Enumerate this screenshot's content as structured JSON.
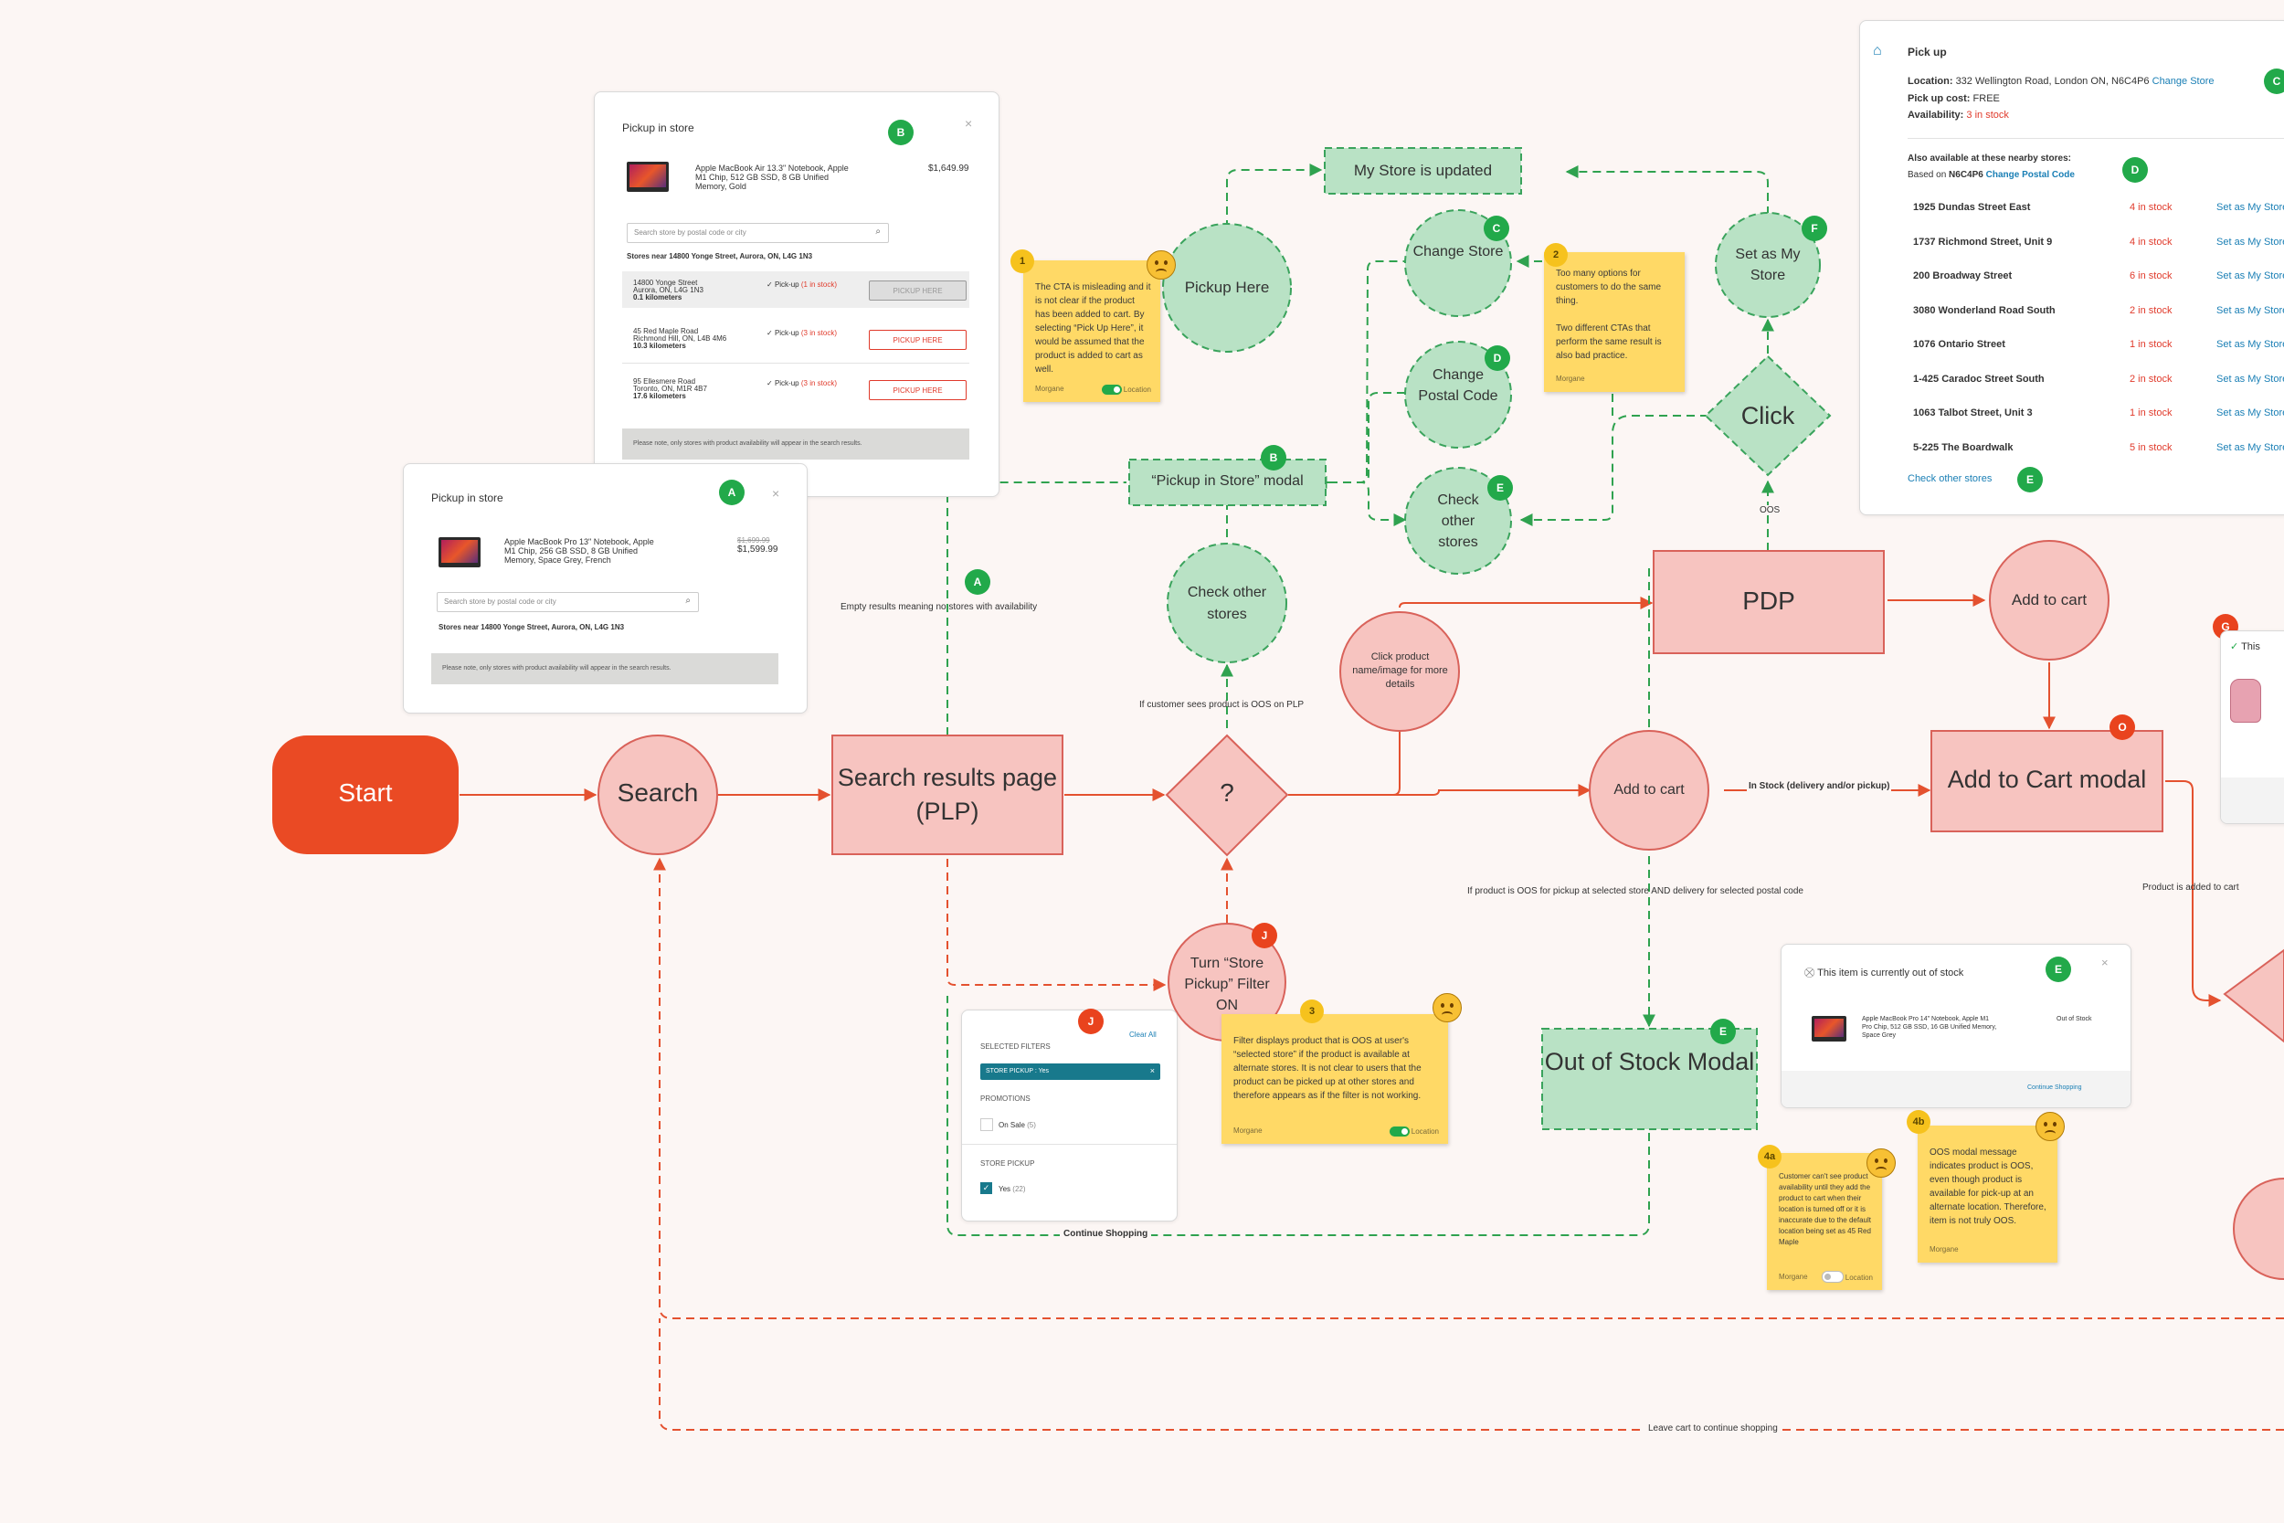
{
  "nodes": {
    "start": "Start",
    "search": "Search",
    "plp": "Search results page (PLP)",
    "decision": "?",
    "pdp": "PDP",
    "add_to_cart_circle": "Add to cart",
    "add_to_cart_modal": "Add to Cart modal",
    "add_to_cart_mid": "Add to cart",
    "click_product": "Click product name/image for more details",
    "check_other_stores": "Check other stores",
    "pickup_modal": "“Pickup in Store” modal",
    "pickup_here": "Pickup Here",
    "my_store_updated": "My Store is updated",
    "change_store": "Change Store",
    "change_postal": "Change Postal Code",
    "check_other_stores_right": "Check other stores",
    "set_my_store": "Set as My Store",
    "click": "Click",
    "out_of_stock_modal": "Out of Stock Modal",
    "turn_filter_on": "Turn “Store Pickup” Filter ON"
  },
  "edge_labels": {
    "empty_results": "Empty results meaning no stores with availability",
    "oos_on_plp": "If customer sees product is OOS on PLP",
    "in_stock": "In Stock (delivery and/or pickup)",
    "oos_pickup_delivery": "If product is OOS for pickup at selected store AND delivery for selected postal code",
    "product_added": "Product is added to cart",
    "continue_shopping": "Continue Shopping",
    "leave_cart": "Leave cart to continue shopping",
    "oos": "OOS"
  },
  "badges": {
    "a": "A",
    "b": "B",
    "c": "C",
    "d": "D",
    "e": "E",
    "f": "F",
    "g": "G",
    "j": "J",
    "o": "O",
    "y1": "1",
    "y2": "2",
    "y3": "3",
    "y4a": "4a",
    "y4b": "4b"
  },
  "stickies": {
    "s1": "The CTA is misleading and it is not clear if the product has been added to cart. By selecting “Pick Up Here”, it would be assumed that the product is added to cart as well.",
    "s2a": "Too many options for customers to do the same thing.",
    "s2b": "Two different CTAs that perform the same result is also bad practice.",
    "s3": "Filter displays product that is OOS at user's “selected store” if the product is available at alternate stores. It is not clear to users that the product can be picked up at other stores and therefore appears as if the filter is not working.",
    "s4a": "Customer can't see product availability until they add the product to cart when their location is turned off or it is inaccurate due to the default location being set as 45 Red Maple",
    "s4b": "OOS modal message indicates product is OOS, even though product is available for pick-up at an alternate location. Therefore, item is not truly OOS.",
    "author": "Morgane",
    "location": "Location"
  },
  "pickup_b": {
    "title": "Pickup in store",
    "product": "Apple MacBook Air 13.3\" Notebook, Apple M1 Chip, 512 GB SSD, 8 GB Unified Memory, Gold",
    "price": "$1,649.99",
    "search_placeholder": "Search store by postal code or city",
    "near": "Stores near 14800 Yonge Street, Aurora, ON, L4G 1N3",
    "stores": [
      {
        "l1": "14800 Yonge Street",
        "l2": "Aurora, ON, L4G 1N3",
        "dist": "0.1 kilometers",
        "pick": "Pick-up",
        "stock": "(1 in stock)",
        "btn": "PICKUP HERE"
      },
      {
        "l1": "45 Red Maple Road",
        "l2": "Richmond Hill, ON, L4B 4M6",
        "dist": "10.3 kilometers",
        "pick": "Pick-up",
        "stock": "(3 in stock)",
        "btn": "PICKUP HERE"
      },
      {
        "l1": "95 Ellesmere Road",
        "l2": "Toronto, ON, M1R 4B7",
        "dist": "17.6 kilometers",
        "pick": "Pick-up",
        "stock": "(3 in stock)",
        "btn": "PICKUP HERE"
      }
    ],
    "note": "Please note, only stores with product availability will appear in the search results."
  },
  "pickup_a": {
    "title": "Pickup in store",
    "product": "Apple MacBook Pro 13\" Notebook, Apple M1 Chip, 256 GB SSD, 8 GB Unified Memory, Space Grey, French",
    "old_price": "$1,699.99",
    "price": "$1,599.99",
    "search_placeholder": "Search store by postal code or city",
    "near": "Stores near 14800 Yonge Street, Aurora, ON, L4G 1N3",
    "note": "Please note, only stores with product availability will appear in the search results."
  },
  "pickup_right": {
    "title": "Pick up",
    "location_label": "Location:",
    "location": "332 Wellington Road, London ON, N6C4P6",
    "change_store": "Change Store",
    "cost_label": "Pick up cost:",
    "cost": "FREE",
    "avail_label": "Availability:",
    "avail": "3 in stock",
    "also": "Also available at these nearby stores:",
    "based_prefix": "Based on",
    "based_code": "N6C4P6",
    "change_postal": "Change Postal Code",
    "stores": [
      {
        "name": "1925 Dundas Street East",
        "stock": "4 in stock",
        "link": "Set as My Store"
      },
      {
        "name": "1737 Richmond Street, Unit 9",
        "stock": "4 in stock",
        "link": "Set as My Store"
      },
      {
        "name": "200 Broadway Street",
        "stock": "6 in stock",
        "link": "Set as My Store"
      },
      {
        "name": "3080 Wonderland Road South",
        "stock": "2 in stock",
        "link": "Set as My Store"
      },
      {
        "name": "1076 Ontario Street",
        "stock": "1 in stock",
        "link": "Set as My Store"
      },
      {
        "name": "1-425 Caradoc Street South",
        "stock": "2 in stock",
        "link": "Set as My Store"
      },
      {
        "name": "1063 Talbot Street, Unit 3",
        "stock": "1 in stock",
        "link": "Set as My Store"
      },
      {
        "name": "5-225 The Boardwalk",
        "stock": "5 in stock",
        "link": "Set as My Store"
      }
    ],
    "check_other": "Check other stores"
  },
  "filters": {
    "selected": "SELECTED FILTERS",
    "clear": "Clear All",
    "chip": "STORE PICKUP : Yes",
    "promotions": "PROMOTIONS",
    "on_sale": "On Sale",
    "on_sale_count": "(5)",
    "store_pickup": "STORE PICKUP",
    "yes": "Yes",
    "yes_count": "(22)"
  },
  "oos_modal": {
    "title": "This item is currently out of stock",
    "product": "Apple MacBook Pro 14\" Notebook, Apple M1 Pro Chip, 512 GB SSD, 16 GB Unified Memory, Space Grey",
    "status": "Out of Stock",
    "continue": "Continue Shopping"
  },
  "cart_g": {
    "title": "This"
  },
  "colors": {
    "orange": "#ea4a24",
    "pink_fill": "#f7c4c0",
    "pink_stroke": "#d9625a",
    "green_fill": "#b9e2c5",
    "green_stroke": "#3aa35c",
    "sticky": "#ffd966",
    "red_line": "#e4512f",
    "green_line": "#2fa24f"
  }
}
